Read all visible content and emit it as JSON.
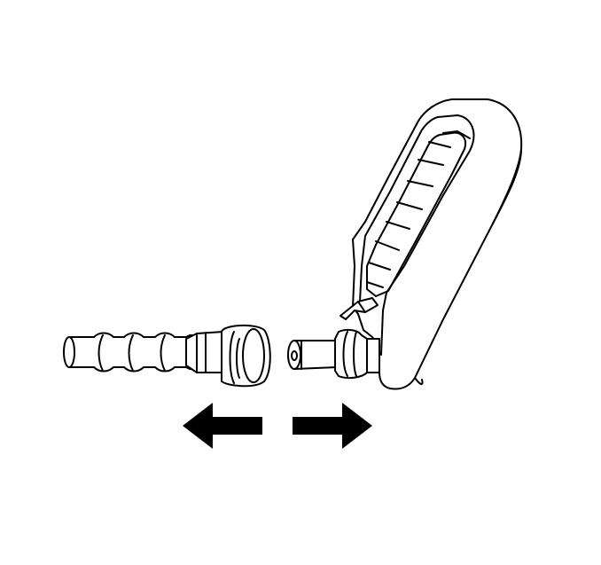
{
  "figure": {
    "type": "line-art illustration",
    "parts": [
      {
        "id": "hose-fitting",
        "icon": "hose-fitting-icon"
      },
      {
        "id": "quick-connect-fitting",
        "icon": "quick-connect-fitting-icon"
      }
    ],
    "arrows": [
      {
        "direction": "left",
        "icon": "arrow-left-icon"
      },
      {
        "direction": "right",
        "icon": "arrow-right-icon"
      }
    ],
    "colors": {
      "line": "#000000",
      "fill": "#ffffff",
      "arrow": "#000000"
    }
  }
}
